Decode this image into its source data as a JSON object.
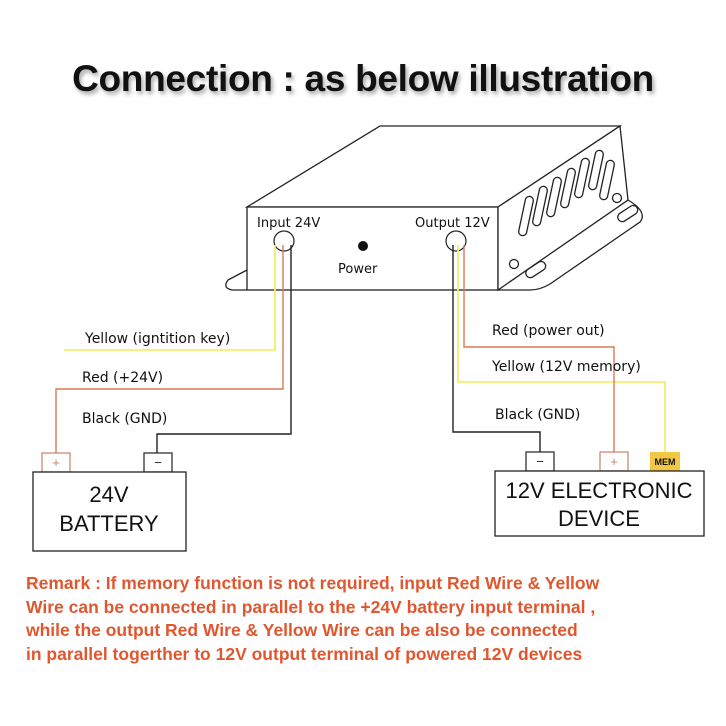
{
  "title": "Connection : as below illustration",
  "converter": {
    "input_label": "Input 24V",
    "output_label": "Output 12V",
    "power_label": "Power"
  },
  "wires": {
    "input": [
      {
        "label": "Yellow (igntition key)",
        "color": "#f2ef6b"
      },
      {
        "label": "Red (+24V)",
        "color": "#d97a5a"
      },
      {
        "label": "Black (GND)",
        "color": "#111111"
      }
    ],
    "output": [
      {
        "label": "Red (power out)",
        "color": "#d97a5a"
      },
      {
        "label": "Yellow (12V memory)",
        "color": "#f2ef6b"
      },
      {
        "label": "Black (GND)",
        "color": "#111111"
      }
    ]
  },
  "battery": {
    "line1": "24V",
    "line2": "BATTERY",
    "plus": "+",
    "minus": "−"
  },
  "device": {
    "line1": "12V ELECTRONIC",
    "line2": "DEVICE",
    "plus": "+",
    "minus": "−",
    "mem": "MEM",
    "mem_color": "#f2c744"
  },
  "remark": {
    "lines": [
      "Remark : If  memory function is not required, input Red Wire & Yellow",
      "Wire can be connected in parallel to the +24V battery input terminal ,",
      "while the output Red Wire & Yellow Wire can be also be connected",
      "in parallel togerther to 12V output terminal of powered 12V devices"
    ],
    "color": "#e0572f"
  }
}
